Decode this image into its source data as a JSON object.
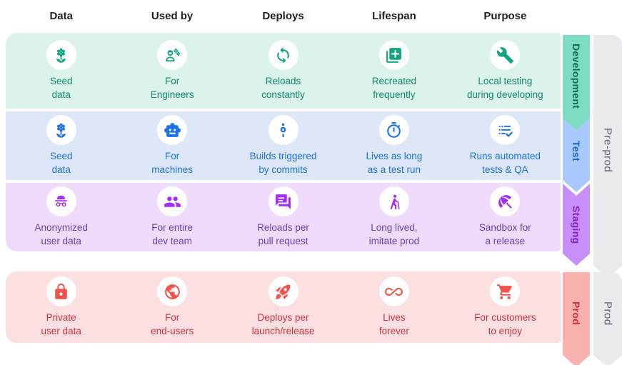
{
  "columns": [
    "Data",
    "Used by",
    "Deploys",
    "Lifespan",
    "Purpose"
  ],
  "header_text_color": "#202124",
  "rows": [
    {
      "id": "development",
      "ribbon_label": "Development",
      "colors": {
        "bg": "#dcf3ec",
        "text": "#0e8a6c",
        "icon": "#13a483",
        "ribbon": "#7edcc2",
        "ribbon_text": "#0c6e55"
      },
      "cells": [
        {
          "icon": "plant-icon",
          "lines": [
            "Seed",
            "data"
          ]
        },
        {
          "icon": "engineer-icon",
          "lines": [
            "For",
            "Engineers"
          ]
        },
        {
          "icon": "sync-icon",
          "lines": [
            "Reloads",
            "constantly"
          ]
        },
        {
          "icon": "library-add-icon",
          "lines": [
            "Recreated",
            "frequently"
          ]
        },
        {
          "icon": "wrench-icon",
          "lines": [
            "Local testing",
            "during developing"
          ]
        }
      ]
    },
    {
      "id": "test",
      "ribbon_label": "Test",
      "colors": {
        "bg": "#dde7f8",
        "text": "#1a73e8",
        "icon": "#1a73e8",
        "ribbon": "#a9c8fb",
        "ribbon_text": "#1967d2"
      },
      "cells": [
        {
          "icon": "plant-icon",
          "lines": [
            "Seed",
            "data"
          ]
        },
        {
          "icon": "robot-icon",
          "lines": [
            "For",
            "machines"
          ]
        },
        {
          "icon": "commit-icon",
          "lines": [
            "Builds triggered",
            "by commits"
          ]
        },
        {
          "icon": "timer-icon",
          "lines": [
            "Lives as long",
            "as a test run"
          ]
        },
        {
          "icon": "checklist-icon",
          "lines": [
            "Runs automated",
            "tests & QA"
          ]
        }
      ]
    },
    {
      "id": "staging",
      "ribbon_label": "Staging",
      "colors": {
        "bg": "#efdcfc",
        "text": "#6d3db8",
        "icon": "#a32ef5",
        "ribbon": "#c88ff8",
        "ribbon_text": "#7d23cc"
      },
      "cells": [
        {
          "icon": "incognito-icon",
          "lines": [
            "Anonymized",
            "user data"
          ]
        },
        {
          "icon": "group-icon",
          "lines": [
            "For entire",
            "dev team"
          ]
        },
        {
          "icon": "forum-icon",
          "lines": [
            "Reloads per",
            "pull request"
          ]
        },
        {
          "icon": "hiking-icon",
          "lines": [
            "Long lived,",
            "imitate prod"
          ]
        },
        {
          "icon": "umbrella-icon",
          "lines": [
            "Sandbox for",
            "a release"
          ]
        }
      ]
    },
    {
      "id": "prod",
      "ribbon_label": "Prod",
      "colors": {
        "bg": "#fcdfe0",
        "text": "#d2333f",
        "icon": "#f0544c",
        "ribbon": "#f8b1ad",
        "ribbon_text": "#d33040"
      },
      "cells": [
        {
          "icon": "lock-icon",
          "lines": [
            "Private",
            "user data"
          ]
        },
        {
          "icon": "globe-icon",
          "lines": [
            "For",
            "end-users"
          ]
        },
        {
          "icon": "rocket-icon",
          "lines": [
            "Deploys per",
            "launch/release"
          ]
        },
        {
          "icon": "infinity-icon",
          "lines": [
            "Lives",
            "forever"
          ]
        },
        {
          "icon": "cart-icon",
          "lines": [
            "For customers",
            "to enjoy"
          ]
        }
      ]
    }
  ],
  "groups": [
    {
      "label": "Pre-prod",
      "colors": {
        "bg": "#e9eaee",
        "text": "#5f6368"
      }
    },
    {
      "label": "Prod",
      "colors": {
        "bg": "#e9eaee",
        "text": "#5f6368"
      }
    }
  ]
}
